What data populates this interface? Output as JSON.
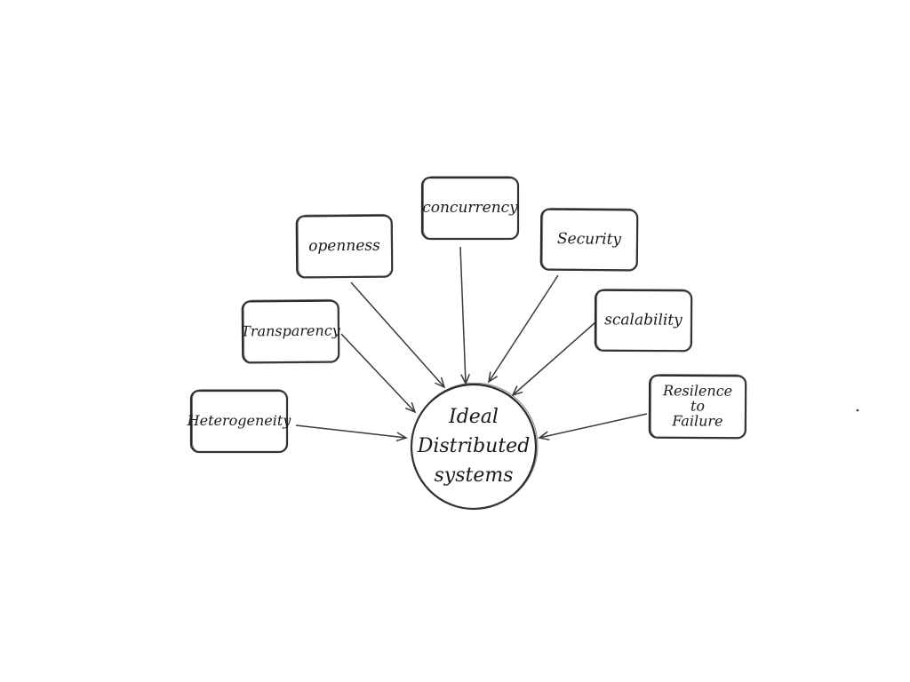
{
  "center": {
    "lines": [
      "Ideal",
      "Distributed",
      "systems"
    ]
  },
  "nodes": [
    {
      "id": "concurrency",
      "lines": [
        "concurrency"
      ]
    },
    {
      "id": "openness",
      "lines": [
        "openness"
      ]
    },
    {
      "id": "security",
      "lines": [
        "Security"
      ]
    },
    {
      "id": "transparency",
      "lines": [
        "Transparency"
      ]
    },
    {
      "id": "scalability",
      "lines": [
        "scalability"
      ]
    },
    {
      "id": "heterogeneity",
      "lines": [
        "Heterogeneity"
      ]
    },
    {
      "id": "resilience",
      "lines": [
        "Resilence",
        "to",
        "Failure"
      ]
    }
  ],
  "edges": [
    {
      "from": "concurrency",
      "to": "center"
    },
    {
      "from": "openness",
      "to": "center"
    },
    {
      "from": "security",
      "to": "center"
    },
    {
      "from": "transparency",
      "to": "center"
    },
    {
      "from": "scalability",
      "to": "center"
    },
    {
      "from": "heterogeneity",
      "to": "center"
    },
    {
      "from": "resilience",
      "to": "center"
    }
  ],
  "colors": {
    "stroke": "#2a2a2a",
    "background": "#ffffff"
  }
}
